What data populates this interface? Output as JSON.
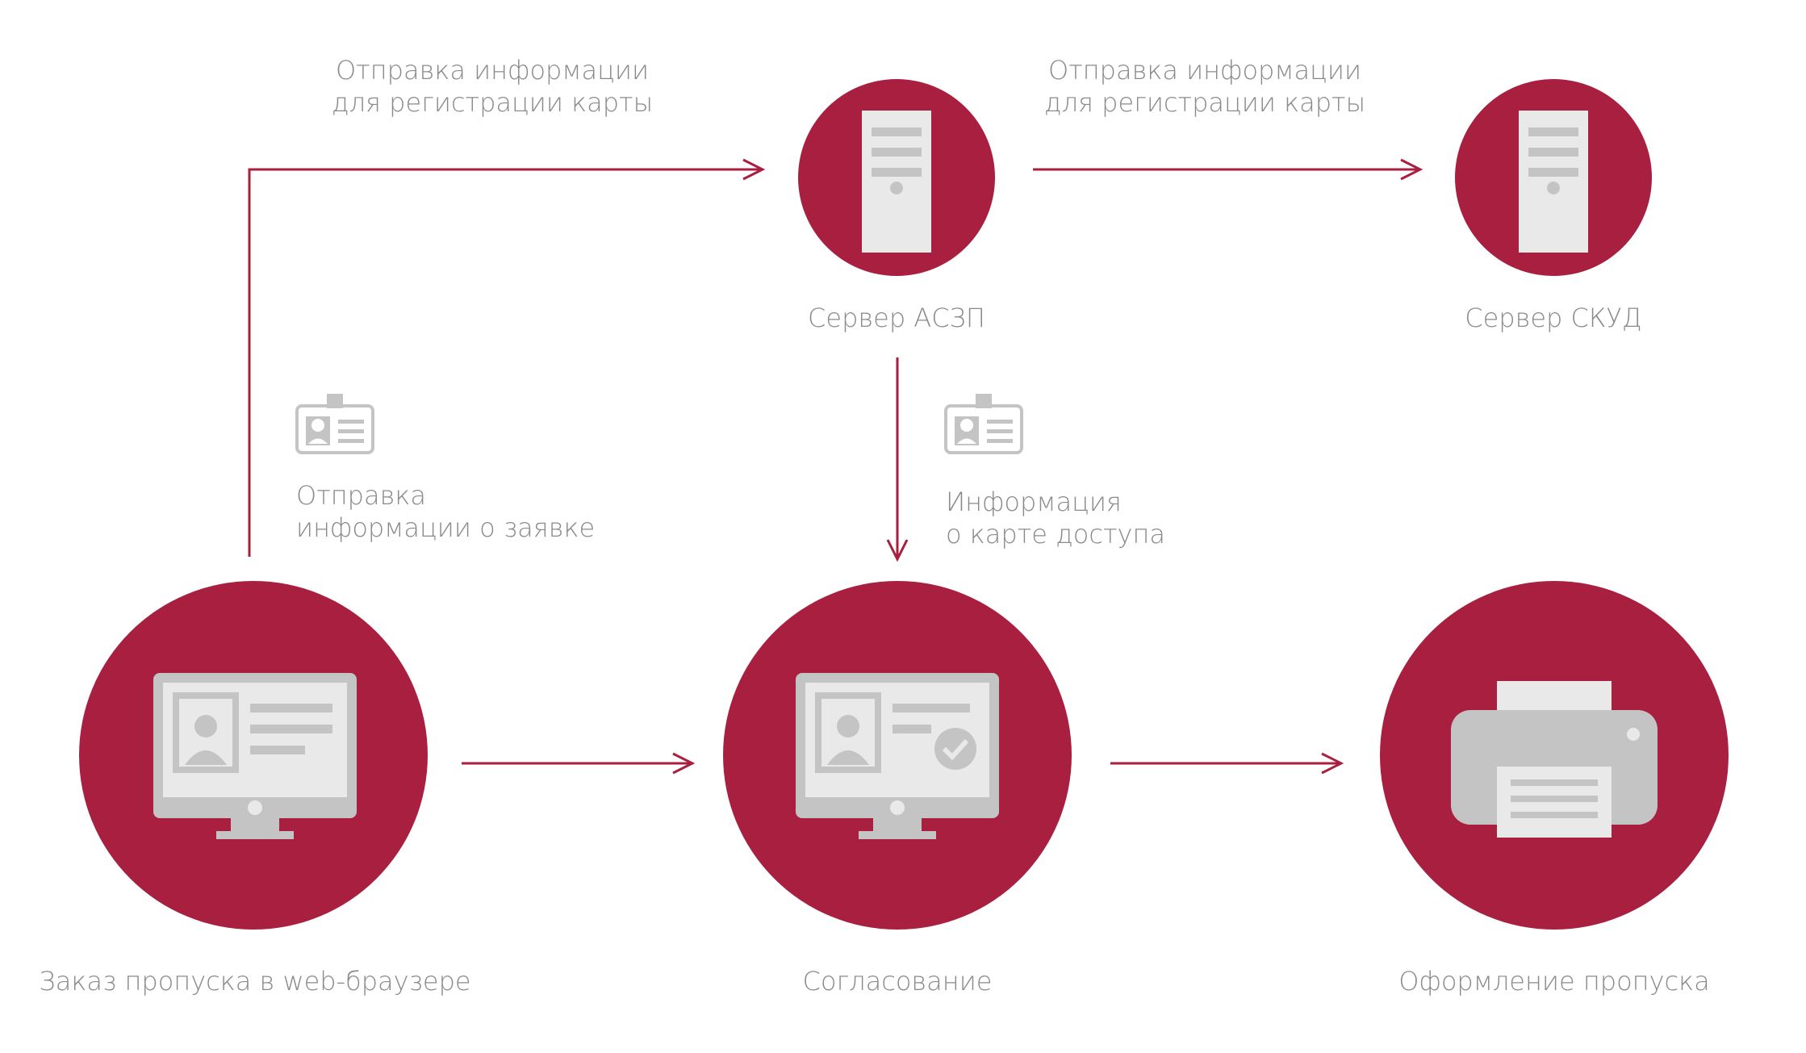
{
  "colors": {
    "accent": "#A91F3F",
    "icon_gray": "#C4C4C4",
    "icon_light": "#E9E9E9",
    "text": "#8A8A8A"
  },
  "nodes": {
    "server_aszp": {
      "label": "Сервер АСЗП",
      "icon": "server-icon"
    },
    "server_skud": {
      "label": "Сервер СКУД",
      "icon": "server-icon"
    },
    "order": {
      "label": "Заказ пропуска в web-браузере",
      "icon": "monitor-id-card-icon"
    },
    "approval": {
      "label": "Согласование",
      "icon": "monitor-checkmark-icon"
    },
    "issue": {
      "label": "Оформление пропуска",
      "icon": "printer-icon"
    }
  },
  "edges": {
    "order_to_aszp": {
      "line1": "Отправка информации",
      "line2": "для регистрации карты"
    },
    "aszp_to_skud": {
      "line1": "Отправка информации",
      "line2": "для регистрации карты"
    },
    "order_request": {
      "line1": "Отправка",
      "line2": "информации о заявке",
      "icon": "id-badge-icon"
    },
    "aszp_to_approval": {
      "line1": "Информация",
      "line2": "о карте доступа",
      "icon": "id-badge-icon"
    }
  }
}
